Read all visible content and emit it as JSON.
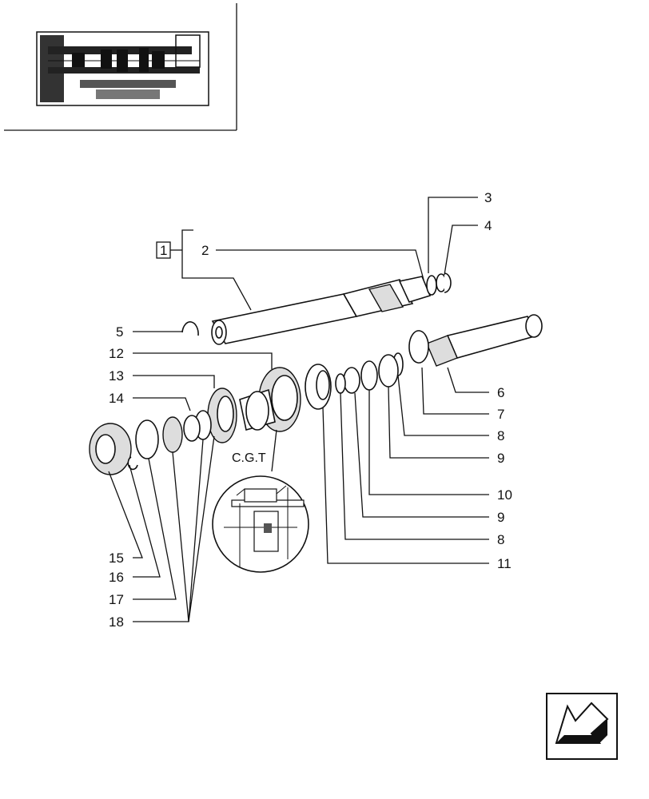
{
  "labels": {
    "group": "1",
    "n2": "2",
    "n3": "3",
    "n4": "4",
    "n5": "5",
    "n6": "6",
    "n7": "7",
    "n8a": "8",
    "n9a": "9",
    "n10": "10",
    "n9b": "9",
    "n8b": "8",
    "n11": "11",
    "n12": "12",
    "n13": "13",
    "n14": "14",
    "n15": "15",
    "n16": "16",
    "n17": "17",
    "n18": "18"
  },
  "detail_label": "C.G.T",
  "icons": {
    "navigation": "next-page-arrow-icon"
  }
}
